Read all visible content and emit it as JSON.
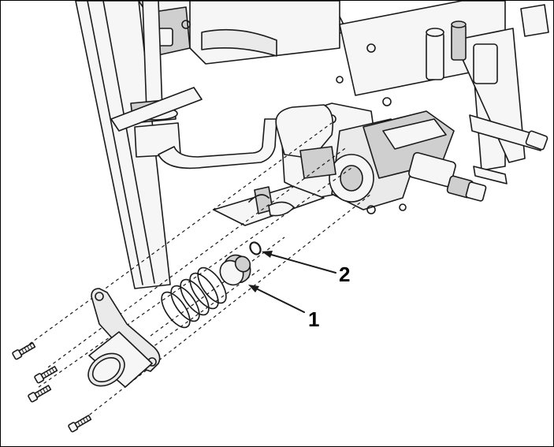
{
  "diagram": {
    "callouts": [
      {
        "id": "1",
        "label": "1"
      },
      {
        "id": "2",
        "label": "2"
      }
    ],
    "colors": {
      "line": "#1a1a1a",
      "part_fill": "#e6e6e6",
      "part_fill_light": "#f4f4f4",
      "part_fill_dark": "#cfcfcf",
      "background": "#ffffff"
    }
  }
}
